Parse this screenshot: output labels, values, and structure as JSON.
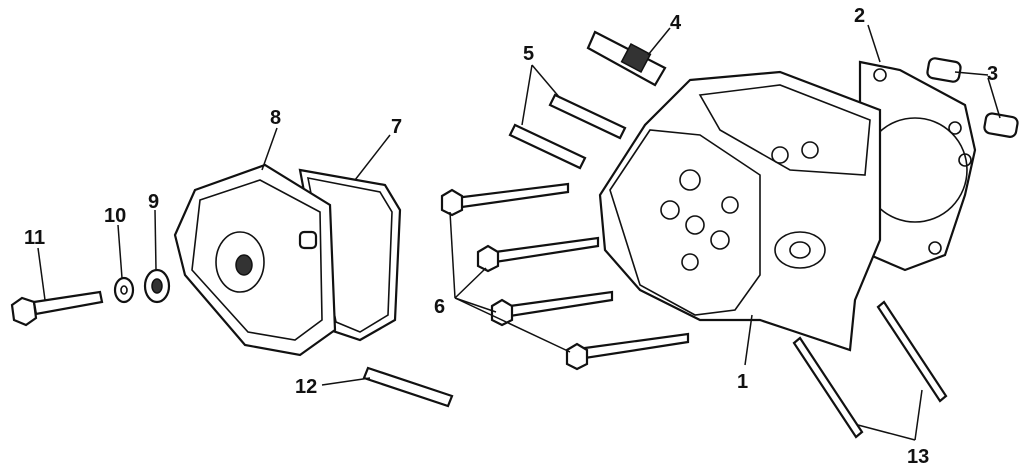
{
  "diagram": {
    "type": "exploded-parts-view",
    "labels": [
      "1",
      "2",
      "3",
      "4",
      "5",
      "6",
      "7",
      "8",
      "9",
      "10",
      "11",
      "12",
      "13"
    ]
  }
}
